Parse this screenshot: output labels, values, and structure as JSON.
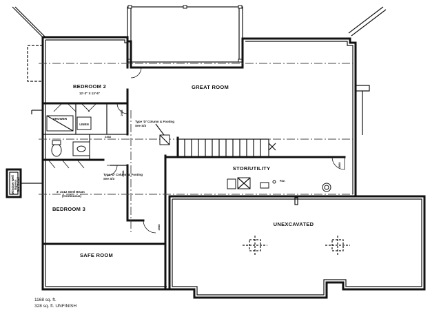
{
  "rooms": {
    "bedroom2": "BEDROOM 2",
    "bedroom2_dim": "12'-3\" X 13'-5\"",
    "great_room": "GREAT ROOM",
    "bedroom3": "BEDROOM 3",
    "safe_room": "SAFE ROOM",
    "stor_utility": "STOR/UTILITY",
    "unexcavated": "UNEXCAVATED"
  },
  "fixtures": {
    "shower": "SHOWER",
    "linen": "LINEN",
    "fd": "F.D."
  },
  "notes": {
    "column_footing_1": "Type 'D' Column & Footing",
    "column_footing_1_sub": "See S/3",
    "column_footing_2": "Type 'D' Column & Footing",
    "column_footing_2_sub": "See S/3",
    "beam": "3- 2x12 Steel Beam",
    "beam_sub": "(Continuous)",
    "egress_1": "Window Well",
    "egress_2": "Egress",
    "egress_3": "See Detail",
    "dim_1": "2068",
    "dim_2": "2068",
    "dim_3": "2068",
    "dim_4": "2468",
    "dim_5": "2868"
  },
  "area": {
    "finished": "1168 sq. ft.",
    "unfinished": "328 sq. ft. UNFINISH"
  }
}
